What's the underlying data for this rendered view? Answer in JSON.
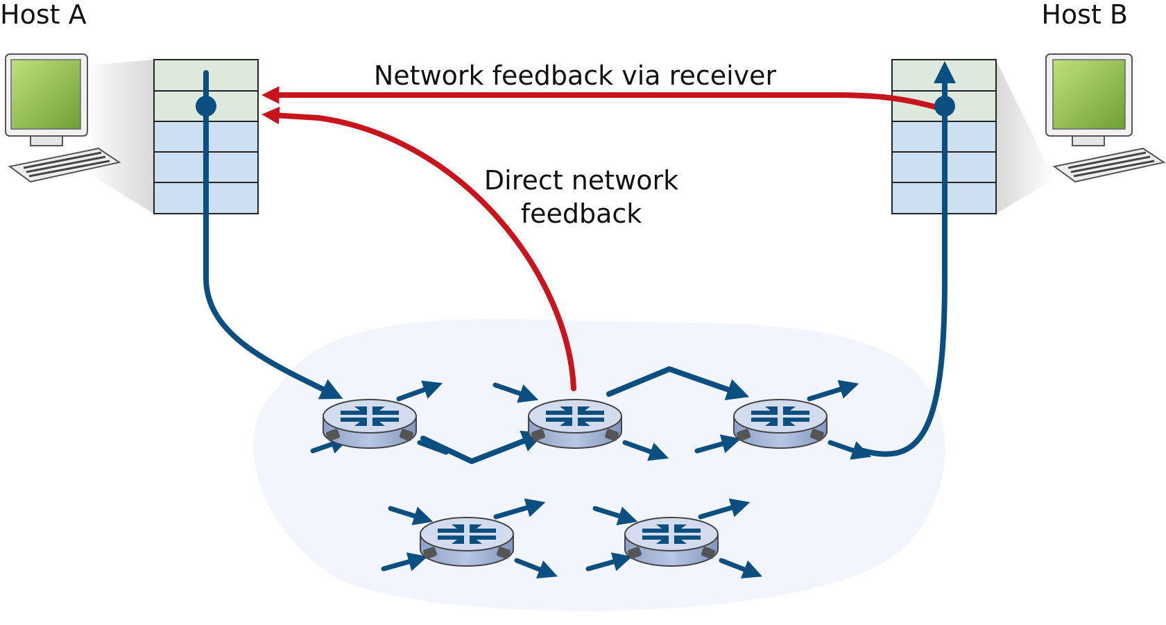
{
  "labels": {
    "host_a": "Host A",
    "host_b": "Host B",
    "feedback_via_receiver": "Network feedback via receiver",
    "direct_feedback_line1": "Direct network",
    "direct_feedback_line2": "feedback"
  },
  "colors": {
    "data_path": "#0b4f80",
    "feedback_path": "#c8141c",
    "cloud": "#f2f6fc",
    "stack_upper": "#dde9dc",
    "stack_lower": "#cde0f2",
    "router_top": "#d2dcee",
    "router_side": "#9fb2d4",
    "screen": "#8fbb50"
  },
  "icons": [
    "computer-icon",
    "router-icon",
    "protocol-stack"
  ]
}
